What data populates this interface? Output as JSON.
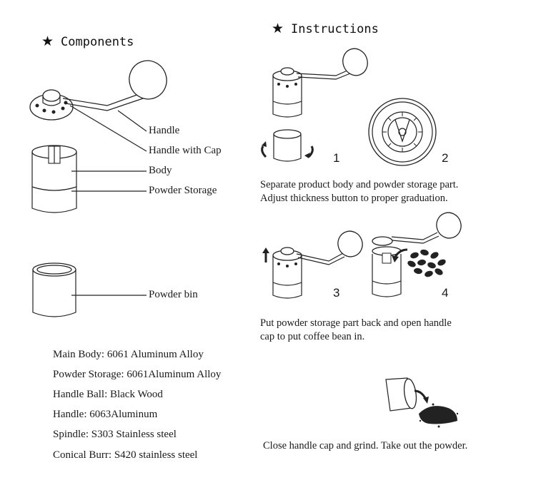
{
  "components": {
    "heading": "Components",
    "labels": {
      "handle": "Handle",
      "handle_with_cap": "Handle with Cap",
      "body": "Body",
      "powder_storage": "Powder Storage",
      "powder_bin": "Powder bin"
    },
    "specs": [
      "Main Body: 6061 Aluminum Alloy",
      "Powder Storage: 6061Aluminum Alloy",
      "Handle Ball: Black Wood",
      "Handle: 6063Aluminum",
      "Spindle: S303 Stainless steel",
      "Conical Burr: S420 stainless steel"
    ]
  },
  "instructions": {
    "heading": "Instructions",
    "steps": [
      "1",
      "2",
      "3",
      "4"
    ],
    "captions": {
      "step12_line1": "Separate product body and powder storage part.",
      "step12_line2": "Adjust thickness button to proper graduation.",
      "step34_line1": "Put powder storage part back and open handle",
      "step34_line2": "cap to put coffee bean in.",
      "final": "Close handle cap and grind. Take out the powder."
    }
  },
  "icons": {
    "heading_marker": "star-icon"
  }
}
